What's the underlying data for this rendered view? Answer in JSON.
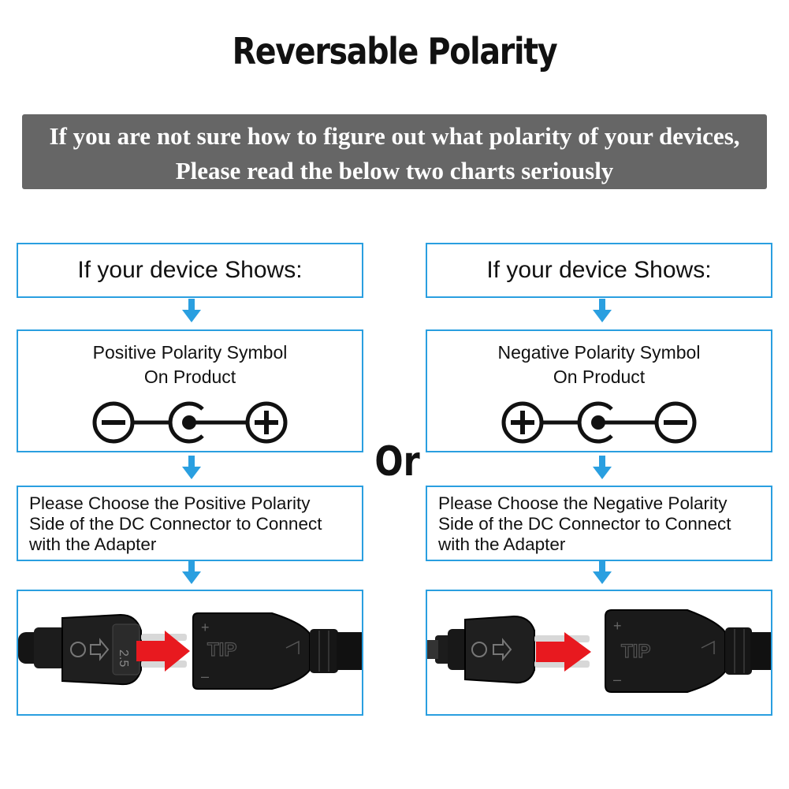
{
  "title": "Reversable Polarity",
  "banner": {
    "line1": "If you are not sure how to figure out what polarity of your devices,",
    "line2": "Please read the below two charts seriously"
  },
  "or_label": "Or",
  "left": {
    "shows": "If your device Shows:",
    "symbol_title_line1": "Positive Polarity Symbol",
    "symbol_title_line2": "On Product",
    "symbol_order": [
      "minus",
      "center",
      "plus"
    ],
    "choose_line1": "Please Choose the Positive Polarity",
    "choose_line2": "Side of the DC Connector to Connect",
    "choose_line3": "with the Adapter",
    "plug_rating": "2.5",
    "socket_label": "TIP",
    "socket_plus": "+",
    "socket_minus": "–"
  },
  "right": {
    "shows": "If your device Shows:",
    "symbol_title_line1": "Negative Polarity Symbol",
    "symbol_title_line2": "On Product",
    "symbol_order": [
      "plus",
      "center",
      "minus"
    ],
    "choose_line1": "Please Choose the Negative Polarity",
    "choose_line2": "Side of the DC Connector to Connect",
    "choose_line3": "with the Adapter",
    "socket_label": "TIP",
    "socket_plus": "+",
    "socket_minus": "–"
  },
  "colors": {
    "accent_blue": "#2a9fe0",
    "banner_gray": "#666666",
    "arrow_red": "#e8191f",
    "connector_black": "#111111"
  },
  "icons": [
    "down-arrow-icon",
    "polarity-minus-icon",
    "polarity-center-icon",
    "polarity-plus-icon",
    "red-arrow-icon"
  ]
}
